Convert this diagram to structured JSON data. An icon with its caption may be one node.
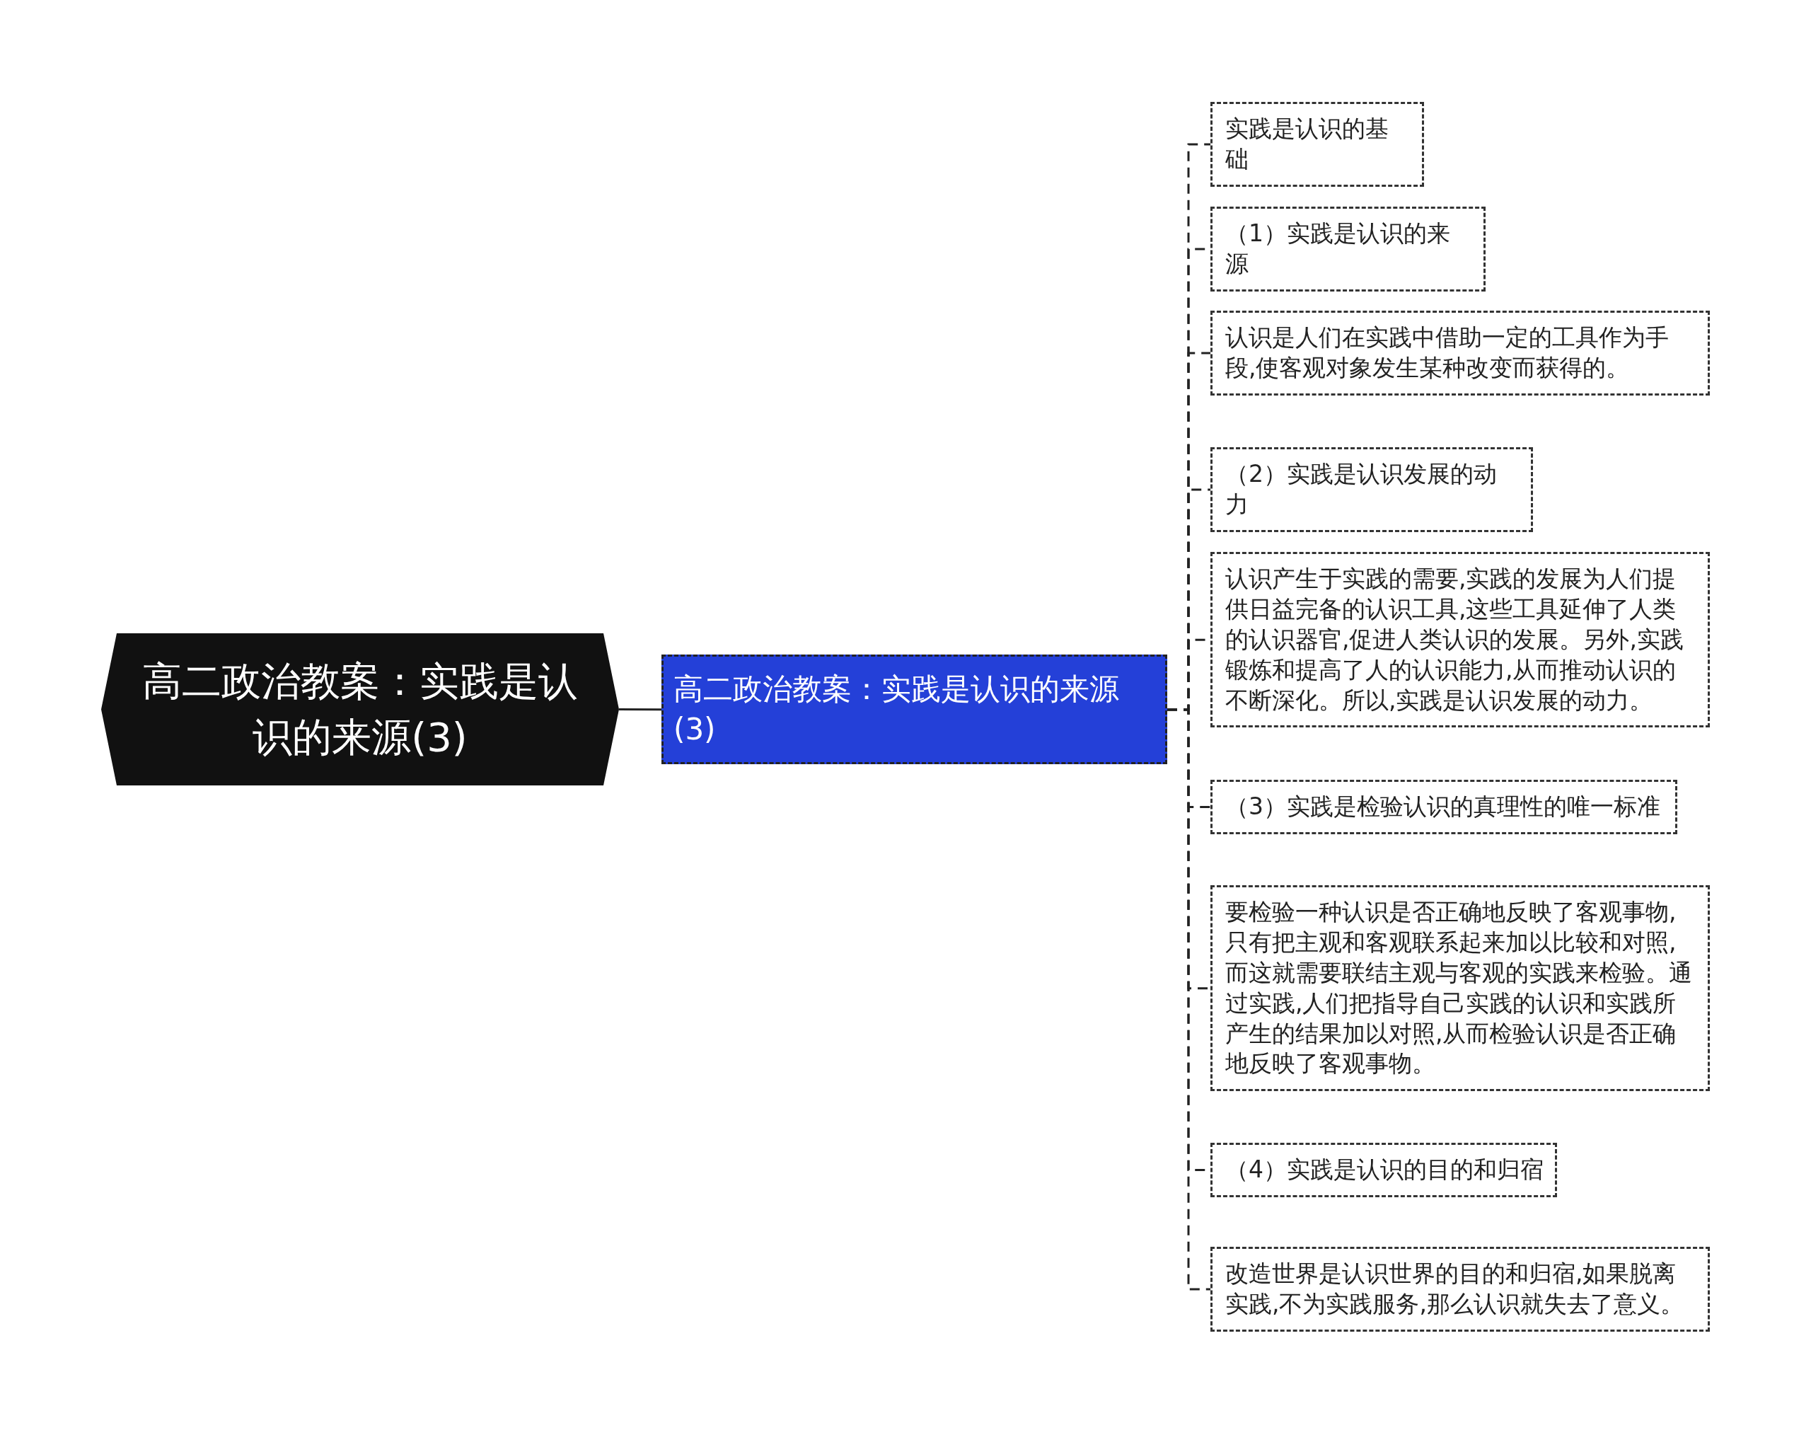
{
  "diagram": {
    "nodes": [
      {
        "text": [
          "高二政治教案：实践是认识的来源(3)"
        ]
      },
      {
        "text": [
          "高二政治教案：实践是认识的来源(3)"
        ]
      },
      {
        "text": [
          "实践是认识的基础"
        ]
      },
      {
        "text": [
          "（1）实践是认识的来源"
        ]
      },
      {
        "text": [
          "认识是人们在实践中借助一定的工具作为手段,使客观对象发生某种改变而获得的。"
        ]
      },
      {
        "text": [
          "（2）实践是认识发展的动力"
        ]
      },
      {
        "text": [
          "认识产生于实践的需要,实践的发展为人们提供日益完备的认识工具,这些工具延伸了人类的认识器官,促进人类认识的发展。另外,实践锻炼和提高了人的认识能力,从而推动认识的不断深化。所以,实践是认识发展的动力。"
        ]
      },
      {
        "text": [
          "（3）实践是检验认识的真理性的唯一标准"
        ]
      },
      {
        "text": [
          "要检验一种认识是否正确地反映了客观事物,只有把主观和客观联系起来加以比较和对照,而这就需要联结主观与客观的实践来检验。通过实践,人们把指导自己实践的认识和实践所产生的结果加以对照,从而检验认识是否正确地反映了客观事物。"
        ]
      },
      {
        "text": [
          "（4）实践是认识的目的和归宿"
        ]
      },
      {
        "text": [
          "改造世界是认识世界的目的和归宿,如果脱离实践,不为实践服务,那么认识就失去了意义。"
        ]
      }
    ],
    "edges": [
      {
        "from": 0,
        "to": 1,
        "arrow": "none"
      },
      {
        "from": 1,
        "to": 2,
        "arrow": "none",
        "style": "dashed"
      },
      {
        "from": 1,
        "to": 3,
        "arrow": "none",
        "style": "dashed"
      },
      {
        "from": 1,
        "to": 4,
        "arrow": "none",
        "style": "dashed"
      },
      {
        "from": 1,
        "to": 5,
        "arrow": "none",
        "style": "dashed"
      },
      {
        "from": 1,
        "to": 6,
        "arrow": "none",
        "style": "dashed"
      },
      {
        "from": 1,
        "to": 7,
        "arrow": "none",
        "style": "dashed"
      },
      {
        "from": 1,
        "to": 8,
        "arrow": "none",
        "style": "dashed"
      },
      {
        "from": 1,
        "to": 9,
        "arrow": "none",
        "style": "dashed"
      },
      {
        "from": 1,
        "to": 10,
        "arrow": "none",
        "style": "dashed"
      }
    ]
  }
}
